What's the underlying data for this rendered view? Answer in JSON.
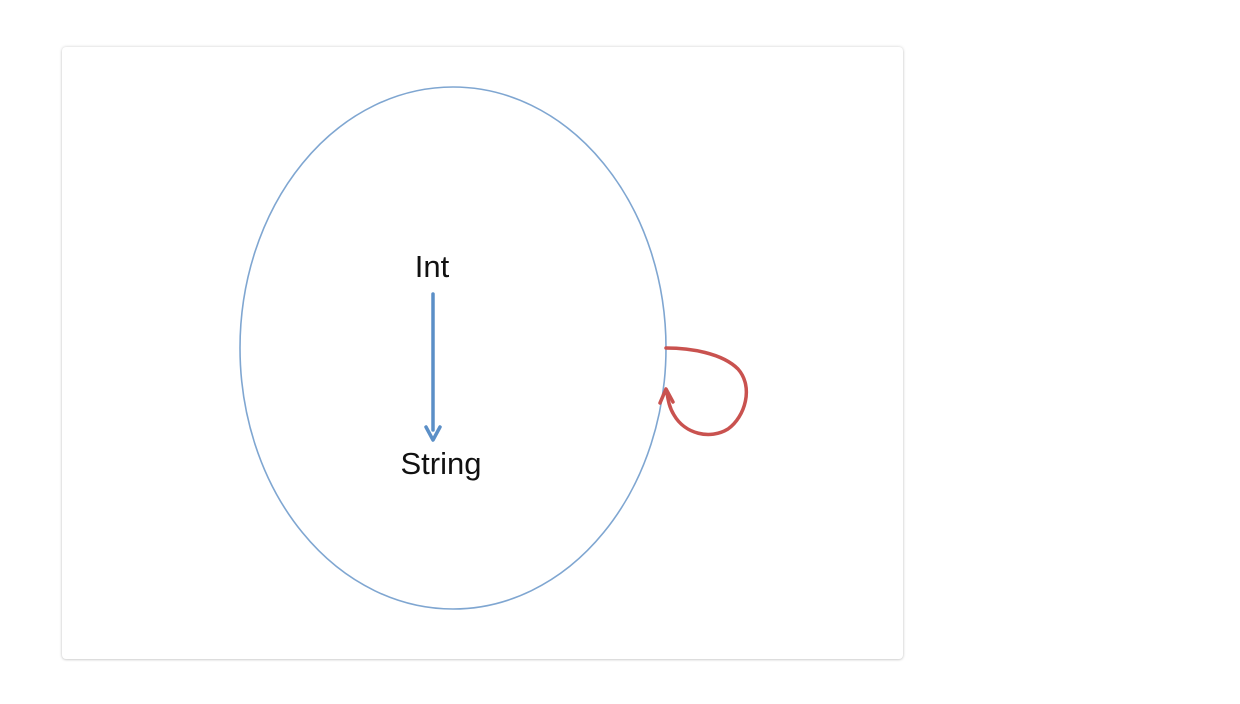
{
  "diagram": {
    "nodes": {
      "int": {
        "label": "Int"
      },
      "string": {
        "label": "String"
      }
    },
    "edges": [
      {
        "from": "int",
        "to": "string",
        "color": "#5b8fc7"
      },
      {
        "from": "ellipse",
        "to": "ellipse",
        "kind": "self-loop",
        "color": "#c9524f"
      }
    ],
    "colors": {
      "ellipse_stroke": "#7fa6d1",
      "arrow_blue": "#5b8fc7",
      "loop_red": "#c9524f"
    }
  }
}
